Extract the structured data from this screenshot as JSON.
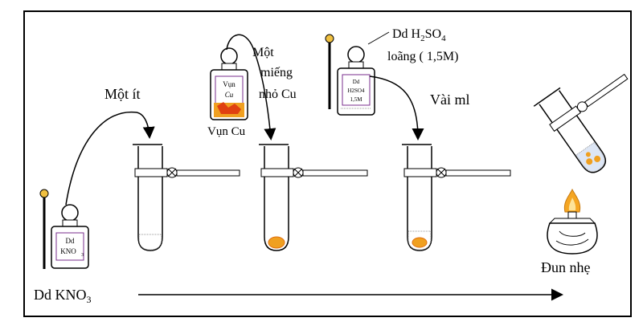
{
  "labels": {
    "kno3_main": "Dd KNO",
    "kno3_sub": "3",
    "mot_it": "Một ít",
    "mot_mieng_1": "Một",
    "mot_mieng_2": "miếng",
    "mot_mieng_3": "nhỏ Cu",
    "vun_cu": "Vụn Cu",
    "h2so4_1": "Dd H",
    "h2so4_sub2": "2",
    "h2so4_2": "SO",
    "h2so4_sub4": "4",
    "h2so4_line2": "loãng ( 1,5M)",
    "vai_ml": "Vài ml",
    "dun_nhe": "Đun nhẹ"
  },
  "bottles": {
    "kno3_line1": "Dd",
    "kno3_line2": "KNO",
    "kno3_sub": "3",
    "cu_line1": "Vụn",
    "cu_line2": "Cu",
    "h2so4_line1": "Dd",
    "h2so4_line2": "H2SO4",
    "h2so4_line3": "1,5M"
  },
  "colors": {
    "outline": "#000000",
    "copper": "#f0a020",
    "copper_dark": "#e07010",
    "bottle_label": "#7a2c8c",
    "flame": "#f5a623",
    "dropper_tip": "#e0a000"
  }
}
